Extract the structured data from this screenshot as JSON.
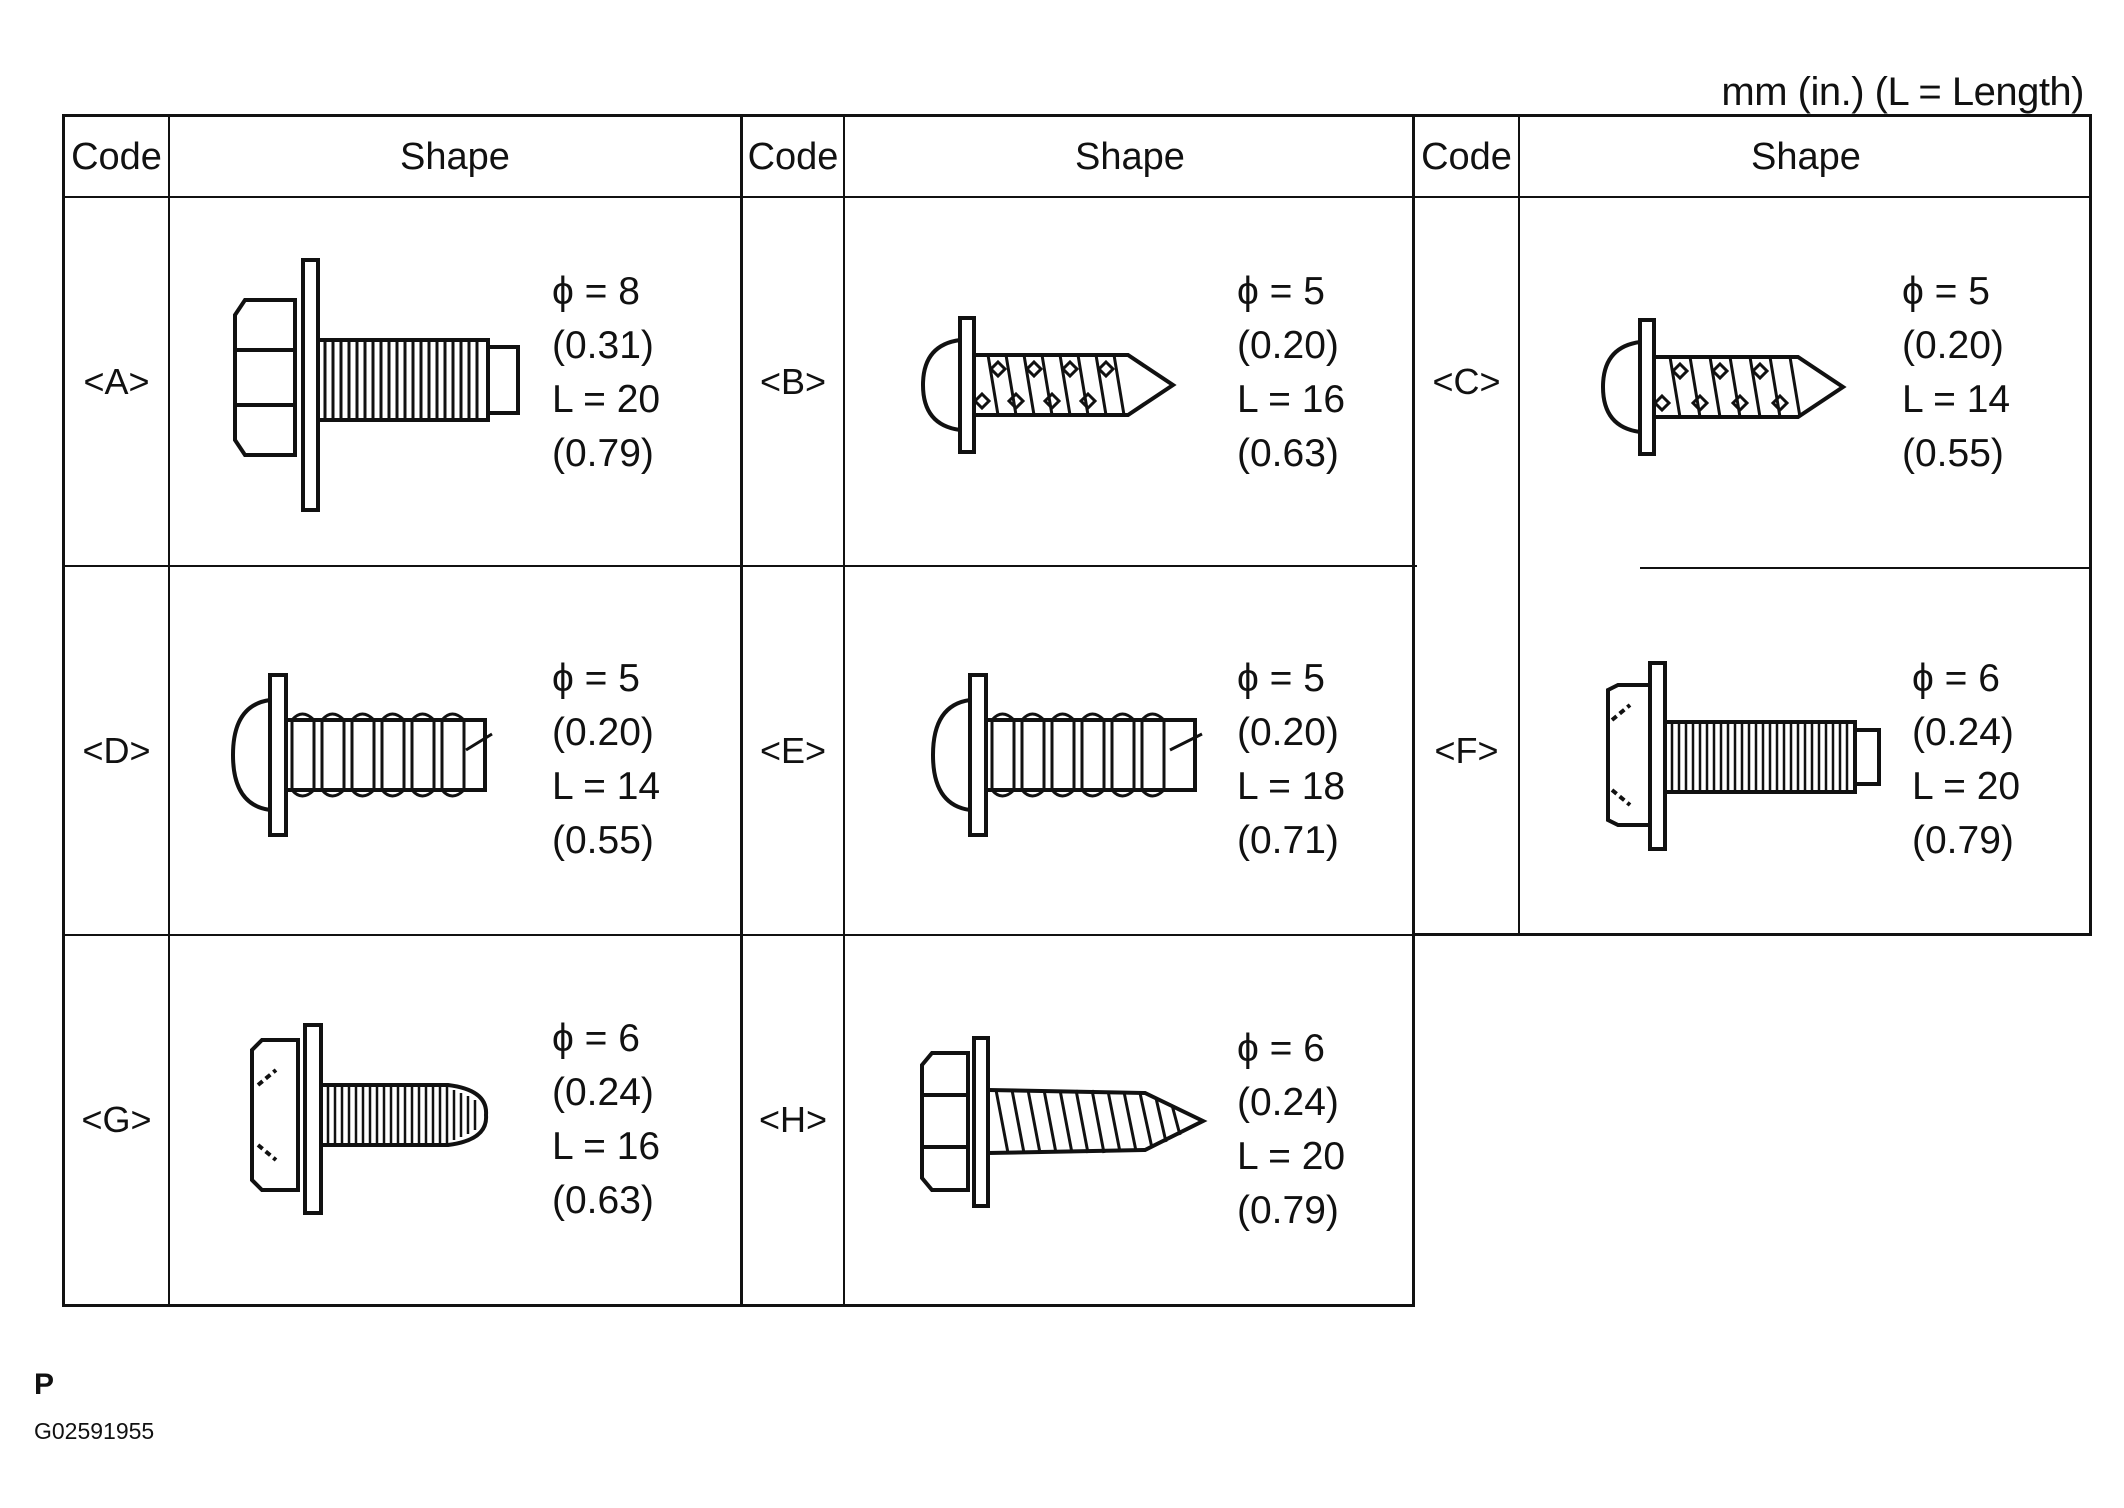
{
  "units_note": "mm (in.) (L = Length)",
  "headers": {
    "code": "Code",
    "shape": "Shape"
  },
  "cells": [
    {
      "code": "<A>",
      "icon": "hex-flange-bolt-icon",
      "dia": "ϕ = 8",
      "dia_in": "(0.31)",
      "len": "L = 20",
      "len_in": "(0.79)"
    },
    {
      "code": "<B>",
      "icon": "pan-head-tapping-screw-icon",
      "dia": "ϕ = 5",
      "dia_in": "(0.20)",
      "len": "L = 16",
      "len_in": "(0.63)"
    },
    {
      "code": "<C>",
      "icon": "pan-head-tapping-screw-icon",
      "dia": "ϕ = 5",
      "dia_in": "(0.20)",
      "len": "L = 14",
      "len_in": "(0.55)"
    },
    {
      "code": "<D>",
      "icon": "pan-head-coarse-thread-screw-icon",
      "dia": "ϕ = 5",
      "dia_in": "(0.20)",
      "len": "L = 14",
      "len_in": "(0.55)"
    },
    {
      "code": "<E>",
      "icon": "pan-head-coarse-thread-screw-icon",
      "dia": "ϕ = 5",
      "dia_in": "(0.20)",
      "len": "L = 18",
      "len_in": "(0.71)"
    },
    {
      "code": "<F>",
      "icon": "hex-flange-bolt-icon",
      "dia": "ϕ = 6",
      "dia_in": "(0.24)",
      "len": "L = 20",
      "len_in": "(0.79)"
    },
    {
      "code": "<G>",
      "icon": "hex-flange-tapered-bolt-icon",
      "dia": "ϕ = 6",
      "dia_in": "(0.24)",
      "len": "L = 16",
      "len_in": "(0.63)"
    },
    {
      "code": "<H>",
      "icon": "hex-head-tapping-screw-icon",
      "dia": "ϕ = 6",
      "dia_in": "(0.24)",
      "len": "L = 20",
      "len_in": "(0.79)"
    }
  ],
  "footer": {
    "mark": "P",
    "figure_id": "G02591955"
  }
}
